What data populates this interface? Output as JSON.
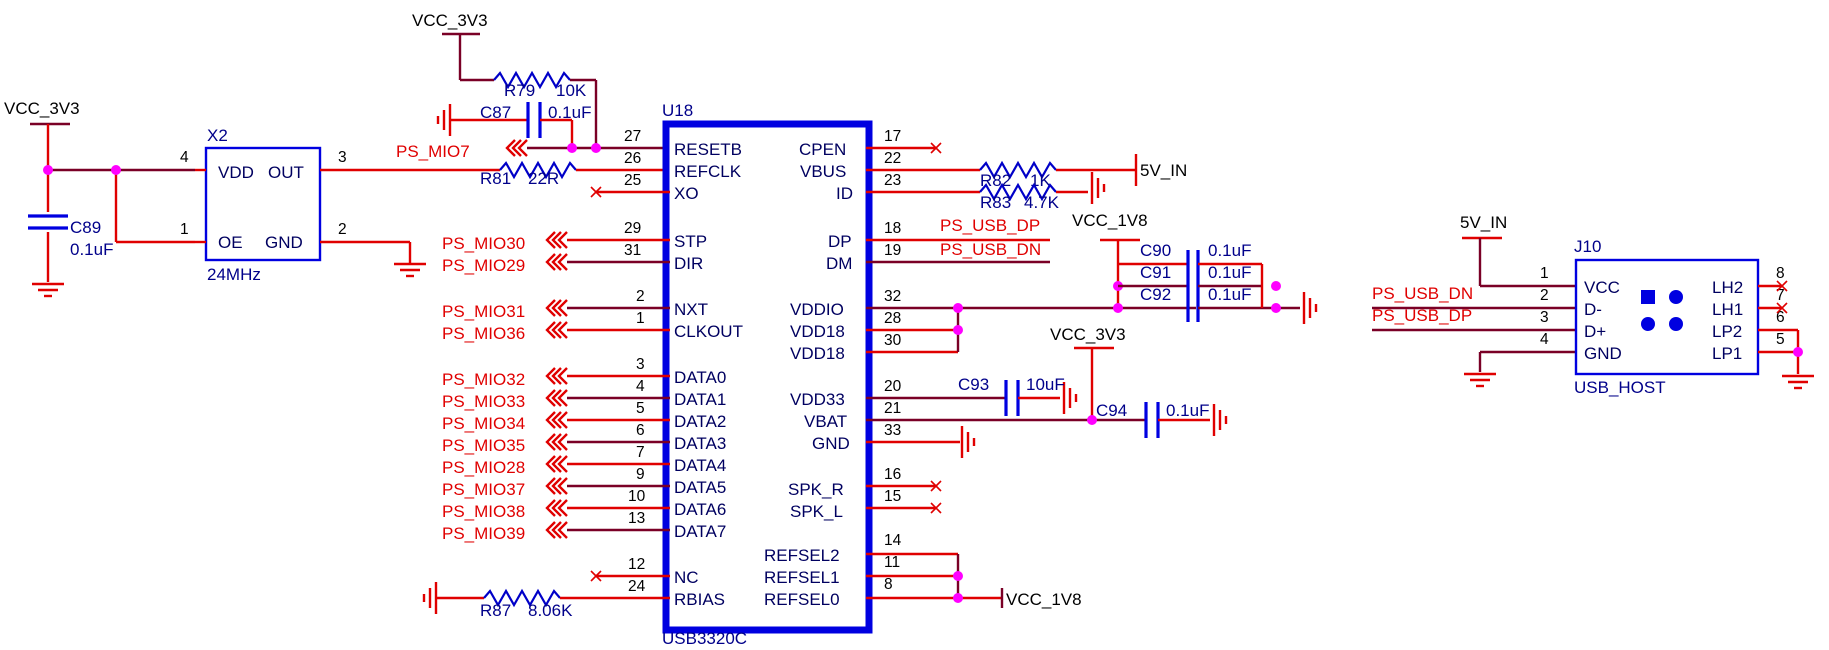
{
  "diagram": {
    "type": "electrical-schematic",
    "power_labels": {
      "vcc3v3_top": "VCC_3V3",
      "vcc3v3_left": "VCC_3V3",
      "vcc3v3_mid": "VCC_3V3",
      "v5_in_right": "5V_IN",
      "v5_in_conn": "5V_IN",
      "vcc1v8_top": "VCC_1V8",
      "vcc1v8_bottom": "VCC_1V8"
    },
    "crystal": {
      "ref": "X2",
      "value": "24MHz",
      "pins": {
        "vdd": "VDD",
        "out": "OUT",
        "oe": "OE",
        "gnd": "GND"
      },
      "pin_numbers": {
        "vdd": "4",
        "out": "3",
        "oe": "1",
        "gnd": "2"
      }
    },
    "chip": {
      "ref": "U18",
      "part": "USB3320C",
      "left_pins": [
        {
          "name": "RESETB",
          "num": "27"
        },
        {
          "name": "REFCLK",
          "num": "26"
        },
        {
          "name": "XO",
          "num": "25"
        },
        {
          "name": "STP",
          "num": "29"
        },
        {
          "name": "DIR",
          "num": "31"
        },
        {
          "name": "NXT",
          "num": "2"
        },
        {
          "name": "CLKOUT",
          "num": "1"
        },
        {
          "name": "DATA0",
          "num": "3"
        },
        {
          "name": "DATA1",
          "num": "4"
        },
        {
          "name": "DATA2",
          "num": "5"
        },
        {
          "name": "DATA3",
          "num": "6"
        },
        {
          "name": "DATA4",
          "num": "7"
        },
        {
          "name": "DATA5",
          "num": "9"
        },
        {
          "name": "DATA6",
          "num": "10"
        },
        {
          "name": "DATA7",
          "num": "13"
        },
        {
          "name": "NC",
          "num": "12"
        },
        {
          "name": "RBIAS",
          "num": "24"
        }
      ],
      "right_pins": [
        {
          "name": "CPEN",
          "num": "17"
        },
        {
          "name": "VBUS",
          "num": "22"
        },
        {
          "name": "ID",
          "num": "23"
        },
        {
          "name": "DP",
          "num": "18"
        },
        {
          "name": "DM",
          "num": "19"
        },
        {
          "name": "VDDIO",
          "num": "32"
        },
        {
          "name": "VDD18",
          "num": "28"
        },
        {
          "name": "VDD18",
          "num": "30"
        },
        {
          "name": "VDD33",
          "num": "20"
        },
        {
          "name": "VBAT",
          "num": "21"
        },
        {
          "name": "GND",
          "num": "33"
        },
        {
          "name": "SPK_R",
          "num": "16"
        },
        {
          "name": "SPK_L",
          "num": "15"
        },
        {
          "name": "REFSEL2",
          "num": "14"
        },
        {
          "name": "REFSEL1",
          "num": "11"
        },
        {
          "name": "REFSEL0",
          "num": "8"
        }
      ]
    },
    "net_labels": {
      "mio7": "PS_MIO7",
      "mio30": "PS_MIO30",
      "mio29": "PS_MIO29",
      "mio31": "PS_MIO31",
      "mio36": "PS_MIO36",
      "mio32": "PS_MIO32",
      "mio33": "PS_MIO33",
      "mio34": "PS_MIO34",
      "mio35": "PS_MIO35",
      "mio28": "PS_MIO28",
      "mio37": "PS_MIO37",
      "mio38": "PS_MIO38",
      "mio39": "PS_MIO39",
      "usb_dp": "PS_USB_DP",
      "usb_dn": "PS_USB_DN",
      "usb_dn_conn": "PS_USB_DN",
      "usb_dp_conn": "PS_USB_DP"
    },
    "resistors": {
      "r79": {
        "ref": "R79",
        "value": "10K"
      },
      "r81": {
        "ref": "R81",
        "value": "22R"
      },
      "r82": {
        "ref": "R82",
        "value": "1K"
      },
      "r83": {
        "ref": "R83",
        "value": "4.7K"
      },
      "r87": {
        "ref": "R87",
        "value": "8.06K"
      }
    },
    "capacitors": {
      "c87": {
        "ref": "C87",
        "value": "0.1uF"
      },
      "c89": {
        "ref": "C89",
        "value": "0.1uF"
      },
      "c90": {
        "ref": "C90",
        "value": "0.1uF"
      },
      "c91": {
        "ref": "C91",
        "value": "0.1uF"
      },
      "c92": {
        "ref": "C92",
        "value": "0.1uF"
      },
      "c93": {
        "ref": "C93",
        "value": "10uF"
      },
      "c94": {
        "ref": "C94",
        "value": "0.1uF"
      }
    },
    "connector": {
      "ref": "J10",
      "part": "USB_HOST",
      "left_pins": [
        {
          "name": "VCC",
          "num": "1"
        },
        {
          "name": "D-",
          "num": "2"
        },
        {
          "name": "D+",
          "num": "3"
        },
        {
          "name": "GND",
          "num": "4"
        }
      ],
      "right_pins": [
        {
          "name": "LH2",
          "num": "8"
        },
        {
          "name": "LH1",
          "num": "7"
        },
        {
          "name": "LP2",
          "num": "6"
        },
        {
          "name": "LP1",
          "num": "5"
        }
      ]
    }
  }
}
